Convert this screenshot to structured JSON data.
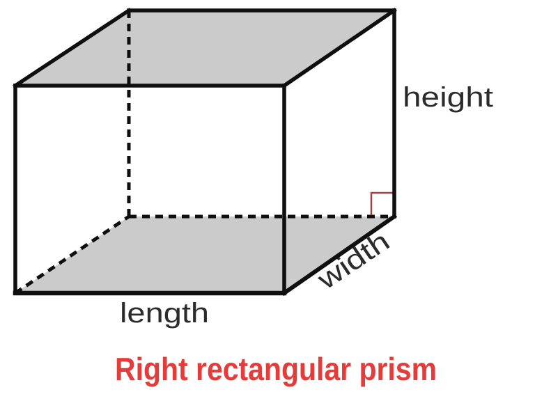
{
  "page": {
    "background": "#ffffff"
  },
  "diagram": {
    "type": "right-rectangular-prism",
    "labels": {
      "height": "height",
      "width": "width",
      "length": "length"
    },
    "caption": "Right rectangular prism",
    "colors": {
      "shaded_face": "#cbcbcb",
      "edge": "#0f0f0f",
      "hidden_edge": "#0f0f0f",
      "label_text": "#2b2b2b",
      "caption": "#e43c3a",
      "right_angle_marker": "#9b4242"
    }
  }
}
